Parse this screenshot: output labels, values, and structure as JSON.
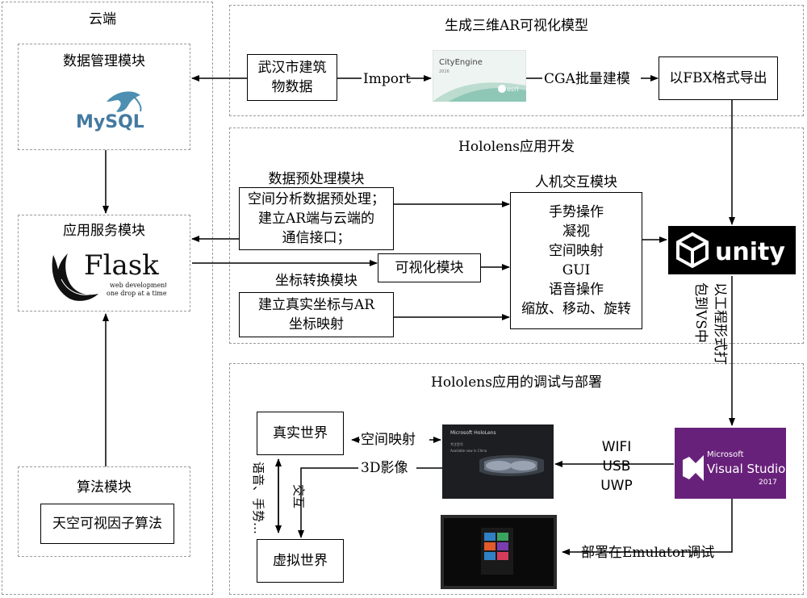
{
  "cloud": {
    "title": "云端",
    "data_module": "数据管理模块",
    "mysql_logo": "MySQL",
    "app_service_module": "应用服务模块",
    "flask_logo": "Flask",
    "flask_tagline_1": "web development,",
    "flask_tagline_2": "one drop at a time",
    "algorithm_module": "算法模块",
    "algorithm_box": "天空可视因子算法"
  },
  "generate": {
    "title": "生成三维AR可视化模型",
    "building_data": [
      "武汉市建筑",
      "物数据"
    ],
    "import_label": "Import",
    "cityengine_label": "CityEngine",
    "cityengine_sub": "2016",
    "esri": "esri",
    "cga_label": "CGA批量建模",
    "export_box": "以FBX格式导出"
  },
  "hololens_dev": {
    "title": "Hololens应用开发",
    "preprocess_title": "数据预处理模块",
    "preprocess_lines": [
      "空间分析数据预处理；",
      "建立AR端与云端的",
      "通信接口；"
    ],
    "visual_module": "可视化模块",
    "coord_title": "坐标转换模块",
    "coord_lines": [
      "建立真实坐标与AR",
      "坐标映射"
    ],
    "hci_title": "人机交互模块",
    "hci_lines": [
      "手势操作",
      "凝视",
      "空间映射",
      "GUI",
      "语音操作",
      "缩放、移动、旋转"
    ],
    "unity_logo": "unity",
    "package_label_1": "以工程形式打",
    "package_label_2": "包到VS中"
  },
  "deploy": {
    "title": "Hololens应用的调试与部署",
    "real_world": "真实世界",
    "virtual_world": "虚拟世界",
    "spatial_mapping": "空间映射",
    "image_3d": "3D影像",
    "voice_gesture": "语音、手势…",
    "interaction": "交互",
    "wifi": "WIFI",
    "usb": "USB",
    "uwp": "UWP",
    "hololens_brand": "Microsoft HoloLens",
    "hololens_sub1": "专注型号",
    "hololens_sub2": "Available now in China",
    "vs_brand": "Microsoft",
    "vs_name": "Visual Studio",
    "vs_year": "2017",
    "emulator_label": "部署在Emulator调试"
  }
}
